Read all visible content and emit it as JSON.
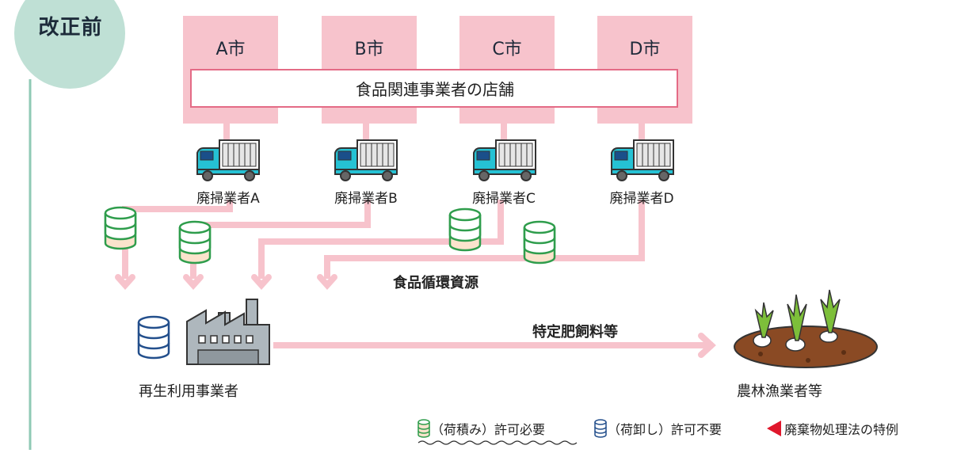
{
  "badge": "改正前",
  "cities": [
    "A市",
    "B市",
    "C市",
    "D市"
  ],
  "stores_label": "食品関連事業者の店舗",
  "haulers": [
    "廃掃業者A",
    "廃掃業者B",
    "廃掃業者C",
    "廃掃業者D"
  ],
  "resource_label": "食品循環資源",
  "product_label": "特定肥飼料等",
  "recycler_label": "再生利用事業者",
  "farmer_label": "農林漁業者等",
  "legend": {
    "permit_required": "（荷積み）許可必要",
    "permit_not_required": "（荷卸し）許可不要",
    "special_case": "廃棄物処理法の特例"
  },
  "colors": {
    "accent_green": "#8fc9b4",
    "pink": "#f7c3cc",
    "pink_border": "#e46b86",
    "drum_green": "#2f9d4c",
    "drum_blue": "#234f8c",
    "truck_cyan": "#25c2d4",
    "special_red": "#e0172c"
  }
}
